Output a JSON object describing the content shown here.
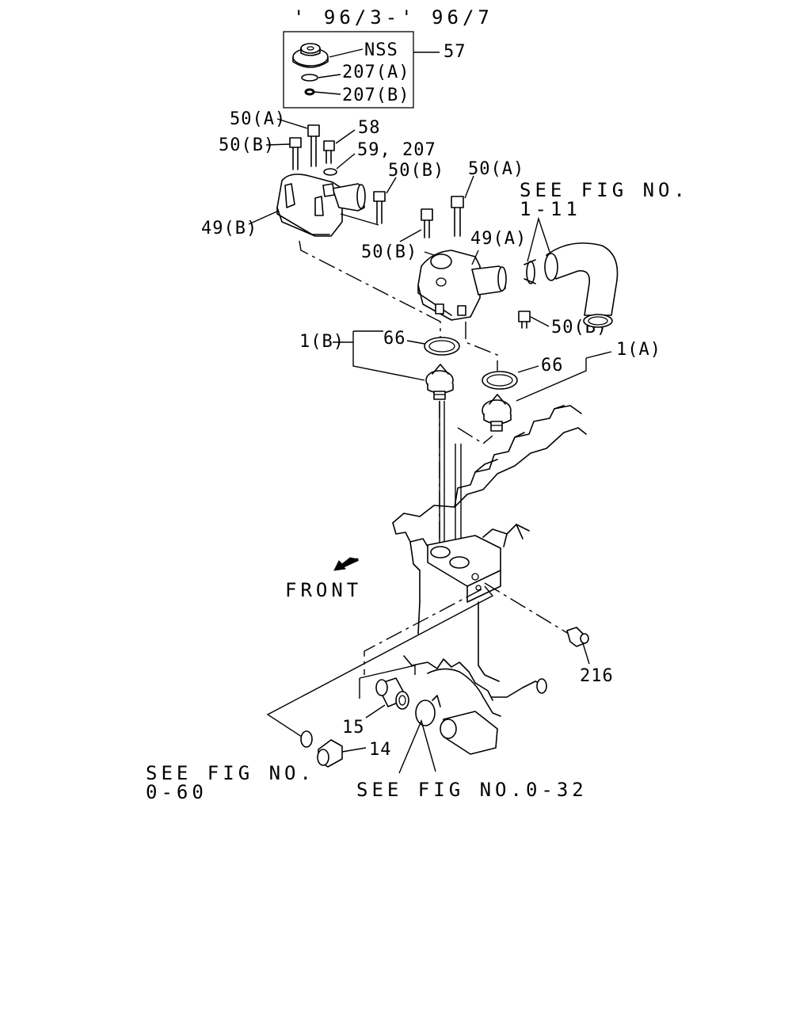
{
  "header": {
    "date_range": "' 96/3-' 96/7"
  },
  "inset": {
    "nss_label": "NSS",
    "ring_a_label": "207(A)",
    "ring_b_label": "207(B)",
    "group_ref": "57"
  },
  "callouts": {
    "bolt_50a_1": "50(A)",
    "bolt_50b_1": "50(B)",
    "bolt_58": "58",
    "washer_59_207": "59, 207",
    "bolt_50b_2": "50(B)",
    "bolt_50a_2": "50(A)",
    "bolt_50b_3": "50(B)",
    "housing_49b": "49(B)",
    "housing_49a": "49(A)",
    "bolt_50b_4": "50(B)",
    "thermostat_1b": "1(B)",
    "gasket_66_b": "66",
    "gasket_66_a": "66",
    "thermostat_1a": "1(A)",
    "sensor_216": "216",
    "sleeve_15": "15",
    "plug_14": "14"
  },
  "references": {
    "fig_1_11_line1": "SEE FIG NO.",
    "fig_1_11_line2": "1-11",
    "fig_0_60_line1": "SEE FIG NO.",
    "fig_0_60_line2": "0-60",
    "fig_0_32": "SEE FIG NO.0-32"
  },
  "front_label": "FRONT",
  "icons": {
    "front_arrow": "arrow-down-left-icon"
  }
}
